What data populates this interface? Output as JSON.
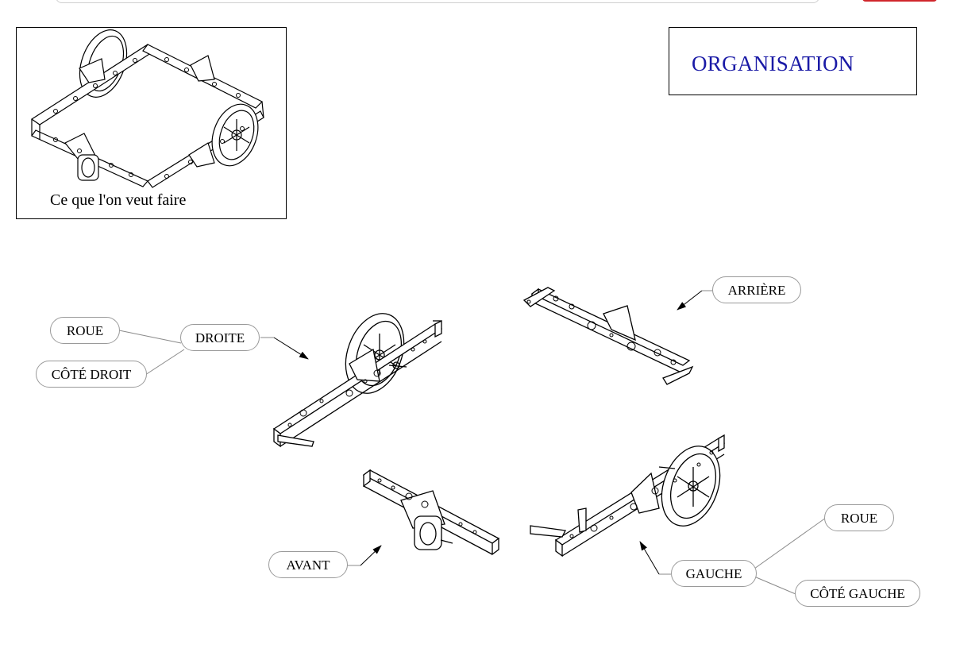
{
  "header": {
    "title": "ORGANISATION",
    "title_color": "#1a1aa6",
    "accent_color": "#d0262b"
  },
  "preview": {
    "caption": "Ce que l'on veut faire"
  },
  "callouts": {
    "droite": {
      "label": "DROITE",
      "roue": "ROUE",
      "cote": "CÔTÉ DROIT"
    },
    "arriere": {
      "label": "ARRIÈRE"
    },
    "avant": {
      "label": "AVANT"
    },
    "gauche": {
      "label": "GAUCHE",
      "roue": "ROUE",
      "cote": "CÔTÉ GAUCHE"
    }
  },
  "parts": [
    "preview-assembly",
    "right-side-assembly",
    "rear-crossbar",
    "front-crossbar",
    "left-side-assembly"
  ]
}
